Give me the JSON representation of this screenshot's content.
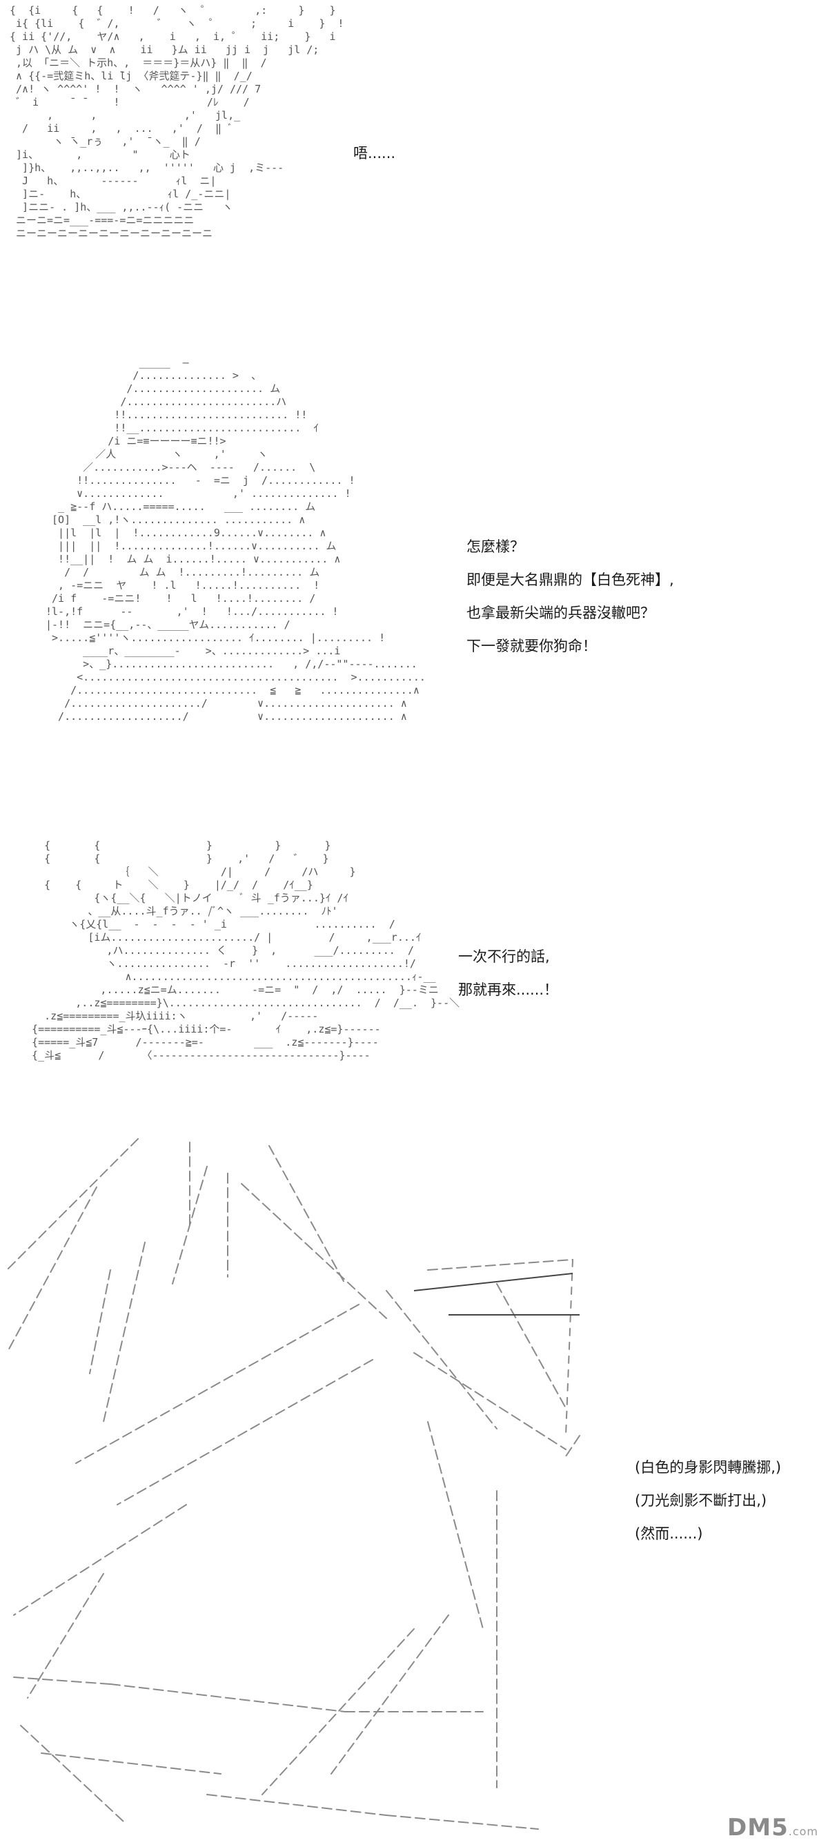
{
  "panels": [
    {
      "id": "panel-1",
      "dialogue": [
        "唔......"
      ]
    },
    {
      "id": "panel-2",
      "dialogue": [
        "怎麼樣？",
        "即便是大名鼎鼎的【白色死神】,",
        "也拿最新尖端的兵器沒轍吧？",
        "下一發就要你狗命！"
      ]
    },
    {
      "id": "panel-3",
      "dialogue": [
        "一次不行的話,",
        "那就再來......！"
      ]
    },
    {
      "id": "panel-4",
      "dialogue": [
        "(白色的身影閃轉騰挪,)",
        "(刀光劍影不斷打出,)",
        "(然而......)"
      ]
    }
  ],
  "art": {
    "face": "{  {i     {   {    !   /   ヽ  ゜       ,:     }    }\n i{ {li    {  ゛/,      ゛   ヽ  ゜     ;     i    }  !\n{ ii {'//,    ヤ/∧   ,    i   ,  i, ゜   ii;    }   i\n j ハ \\从 ム  ∨  ∧    ii   }ム ii   jj i  j   jl /;\n ,以 「ニ＝＼ ト示h、,  ＝＝＝}＝从ハ} ‖  ‖  /\n ∧ {{-=弐筵ミh、li ̄lj 〈斧弐筵テ-}‖ ‖  /_/\n /∧! ヽ ^^^^' !  !  ヽ   ^^^^ ' ,j/ /// 7\n ゛ i     ̄  ̄     !              /ﾚ    /\n      ,      ,              ,'   jl,_\n  /   ii     ,   ,  ...   ,'  /  ‖ ﾞ\n       ヽ ̄ヽ_rぅ   ,'  ̄ ヽ_  ‖ /\n ]i、      ,        \"     心ト\n  ]}h、   ,,..,,..   ,,  '''''   心 j  ,ミ---\n  J   h、      ------      ｨl  ニ|\n  ]ニ-    h、             ｨl /_-ニニ|\n  ]ニニ- . ]h、___ ,,..-‐ｨ( -ニニ   ヽ\n ニーニ=ニ=___-===-=ニ=ニニニニニ\n ニーニーニーニーニーニーニーニーニーニ",
    "gunner": "               _____  ―\n              /.............. >  、\n             /..................... ム\n            /........................ハ\n           !!.......................... !!\n           !!__..........................  ｲ\n          /i ニ=≡ーーーー≡ニ!!>\n        ／人         ヽ     ,'     ヽ\n      ／...........>---ヘ  ----   /......  \\\n     !!..............   -  =ニ  j  /............ !\n     ∨.............           ,' .............. !\n  _ ≧--f ハ.....=====.....   ___ ........ ム\n [O]  __l ,!ヽ.............. ........... ∧\n  ||l  |l  |  !............9......∨........ ∧\n  |||  ||  !..............!......∨.......... ム\n  !!__||  !  ム ム  i......!..... ∨........... ∧\n   /  /        ム ム  !.........!......... ム\n  , -=ニニ  ヤ    ! .l   !.....!..........  !\n /i f    -=ニニ!    !   l   !....!........ /\n!l-,!f      --       ,'  !   !.../........... !\n|-!!  ニニ={__,--、_____ヤム........... /\n >.....≦''''ヽ.................. ｲ........ |......... !\n      ____r、________-    >、.............> ...i\n      >、_}..........................   , /,/--\"\"----.......\n     <.........................................  >...........\n    /.............................  ≦   ≧   ...............∧\n   /...................../        ∨..................... ∧\n  /.................../           ∨..................... ∧",
    "swordsman": "    {       {                 }          }       }\n    {       {                 }    ,'   /   ゛   }\n                ｛   ＼          /|     /     /ハ     }\n    {    {     ト    ＼    }    |/_/  /    /ｲ__}\n            {ヽ{__＼{   ＼|トノイ     ﾞ 斗 _fうァ...}ｲ /ｲ\n           、__从....斗_fうァ.. /ﾞ^ヽ ___........  ﾉﾄ'\n        ヽ{乂{l__  -  -  -  - ' _i              ..........  /\n           [iム......................./ |         /     ,___r...ｲ\n              ,ハ.............. く    }  ,      ___/.........  /\n              ヽ...............  ‐r  ''    ...................!/\n                 ∧.............................................ｨ‐__\n             ,.....z≦ニ=ム.......     -=ニ=  \"  /  ,/  .....  }--ミニ\n         ,..z≦========}\\...............................  /  /__.  }--＼\n    .z≦=========_斗圦iiii:ヽ          ,'   /-----\n  {==========_斗≦---ｰ{\\...iiii:个=-       ｲ    ,.z≦=}------\n  {=====_斗≦7      /-------≧=-        ___  .z≦-------}----\n  {_斗≦      /      〈------------------------------}----"
  },
  "watermark": {
    "brand": "DM5",
    "suffix": ".com"
  }
}
